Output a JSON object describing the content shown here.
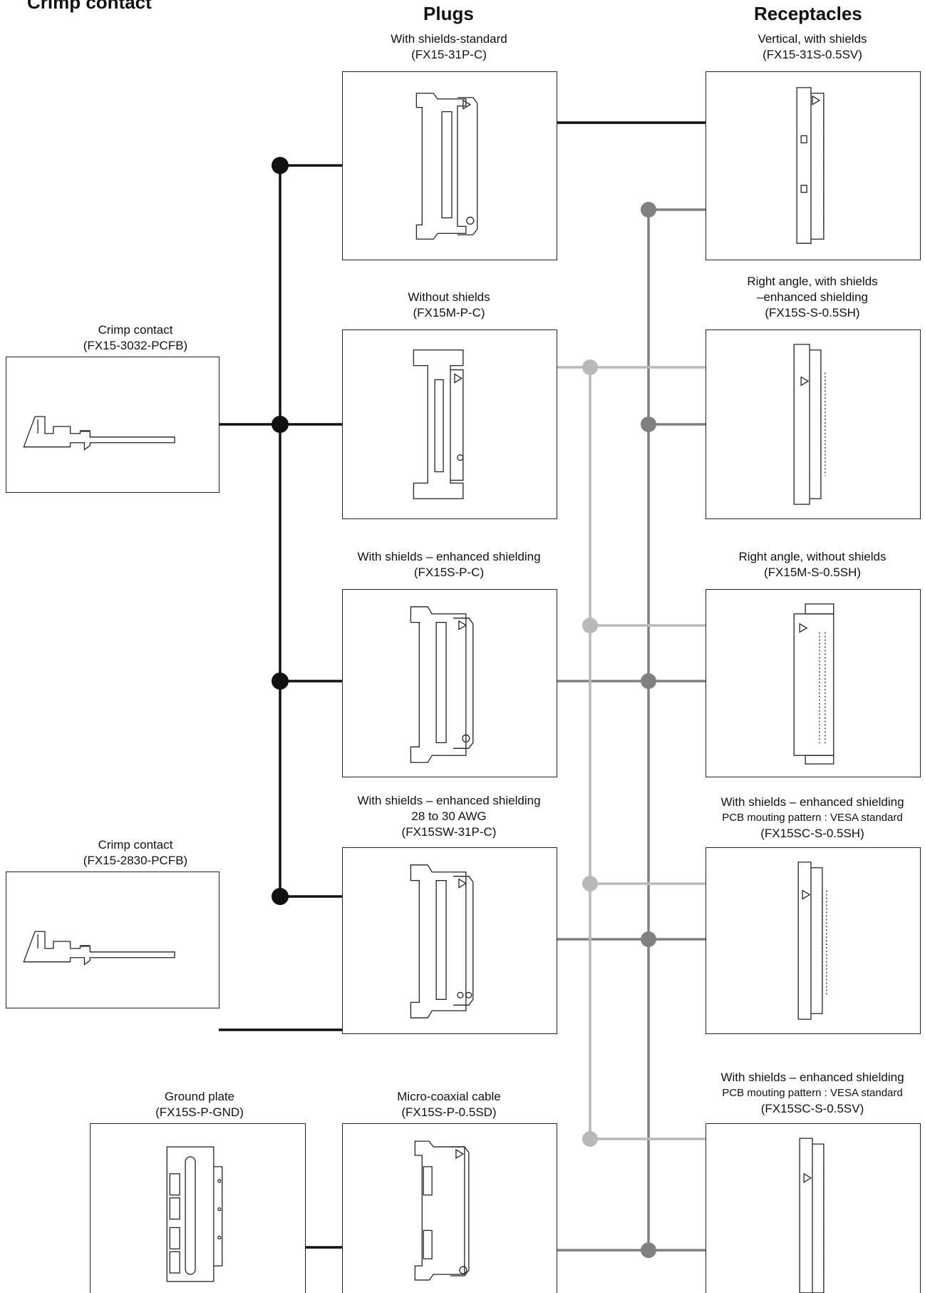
{
  "headings": {
    "top_left": "Crimp contact",
    "plugs": "Plugs",
    "receptacles": "Receptacles"
  },
  "crimp_contacts": [
    {
      "line1": "Crimp contact",
      "line2": "(FX15-3032-PCFB)"
    },
    {
      "line1": "Crimp contact",
      "line2": "(FX15-2830-PCFB)"
    }
  ],
  "ground_plate": {
    "line1": "Ground plate",
    "line2": "(FX15S-P-GND)"
  },
  "plugs": [
    {
      "line1": "With shields-standard",
      "line2": "(FX15-31P-C)"
    },
    {
      "line1": "Without shields",
      "line2": "(FX15M-P-C)"
    },
    {
      "line1": "With shields – enhanced shielding",
      "line2": "(FX15S-P-C)"
    },
    {
      "line1": "With shields – enhanced shielding",
      "line2": "28 to 30 AWG",
      "line3": "(FX15SW-31P-C)"
    },
    {
      "line1": "Micro-coaxial cable",
      "line2": "(FX15S-P-0.5SD)"
    }
  ],
  "receptacles": [
    {
      "line1": "Vertical, with shields",
      "line2": "(FX15-31S-0.5SV)"
    },
    {
      "line1": "Right angle, with shields",
      "line2": "–enhanced shielding",
      "line3": "(FX15S-S-0.5SH)"
    },
    {
      "line1": "Right angle, without shields",
      "line2": "(FX15M-S-0.5SH)"
    },
    {
      "line1": "With shields – enhanced shielding",
      "line2": "PCB mouting pattern : VESA standard",
      "line3": "(FX15SC-S-0.5SH)"
    },
    {
      "line1": "With shields – enhanced shielding",
      "line2": "PCB mouting pattern : VESA standard",
      "line3": "(FX15SC-S-0.5SV)"
    }
  ],
  "colors": {
    "black_bus": "#111111",
    "dark_gray_bus": "#808080",
    "light_gray_bus": "#b9b9b9",
    "box_border": "#222222"
  }
}
